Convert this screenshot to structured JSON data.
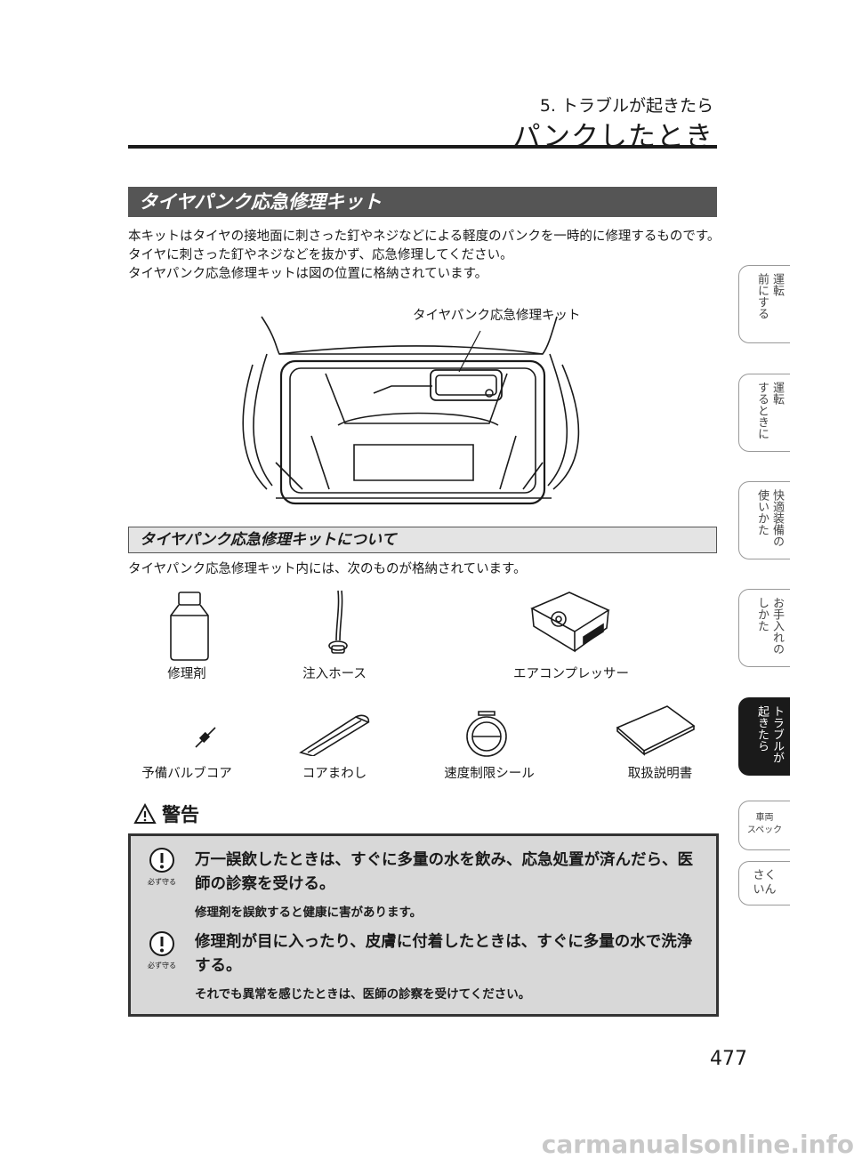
{
  "header": {
    "chapter": "5. トラブルが起きたら",
    "title": "パンクしたとき"
  },
  "section": {
    "heading": "タイヤパンク応急修理キット",
    "paragraphs": [
      "本キットはタイヤの接地面に刺さった釘やネジなどによる軽度のパンクを一時的に修理するものです。",
      "タイヤに刺さった釘やネジなどを抜かず、応急修理してください。",
      "タイヤパンク応急修理キットは図の位置に格納されています。"
    ],
    "figure_callout": "タイヤパンク応急修理キット"
  },
  "subsection": {
    "heading": "タイヤパンク応急修理キットについて",
    "intro": "タイヤパンク応急修理キット内には、次のものが格納されています。",
    "items": [
      {
        "label": "修理剤"
      },
      {
        "label": "注入ホース"
      },
      {
        "label": "エアコンプレッサー"
      },
      {
        "label": "予備バルブコア"
      },
      {
        "label": "コアまわし"
      },
      {
        "label": "速度制限シール"
      },
      {
        "label": "取扱説明書"
      }
    ]
  },
  "warning": {
    "title": "警告",
    "entries": [
      {
        "icon_caption": "必ず守る",
        "heading": "万一誤飲したときは、すぐに多量の水を飲み、応急処置が済んだら、医師の診察を受ける。",
        "detail": "修理剤を誤飲すると健康に害があります。"
      },
      {
        "icon_caption": "必ず守る",
        "heading": "修理剤が目に入ったり、皮膚に付着したときは、すぐに多量の水で洗浄する。",
        "detail": "それでも異常を感じたときは、医師の診察を受けてください。"
      }
    ]
  },
  "side_tabs": [
    {
      "cols": [
        "運転",
        "前にする"
      ],
      "active": false
    },
    {
      "cols": [
        "運転",
        "するときに"
      ],
      "active": false
    },
    {
      "cols": [
        "快適装備の",
        "使いかた"
      ],
      "active": false
    },
    {
      "cols": [
        "お手入れの",
        "しかた"
      ],
      "active": false
    },
    {
      "cols": [
        "トラブルが",
        "起きたら"
      ],
      "active": true
    },
    {
      "flat": [
        "車両",
        "スペック"
      ],
      "active": false
    },
    {
      "flat": [
        "さく",
        "いん"
      ],
      "active": false,
      "large": true
    }
  ],
  "page_number": "477",
  "footer": "carmanualsonline.info",
  "colors": {
    "section_bar": "#555555",
    "subsection_bar": "#e4e4e4",
    "warning_box": "#d8d8d8",
    "active_tab": "#1a1a1a"
  }
}
